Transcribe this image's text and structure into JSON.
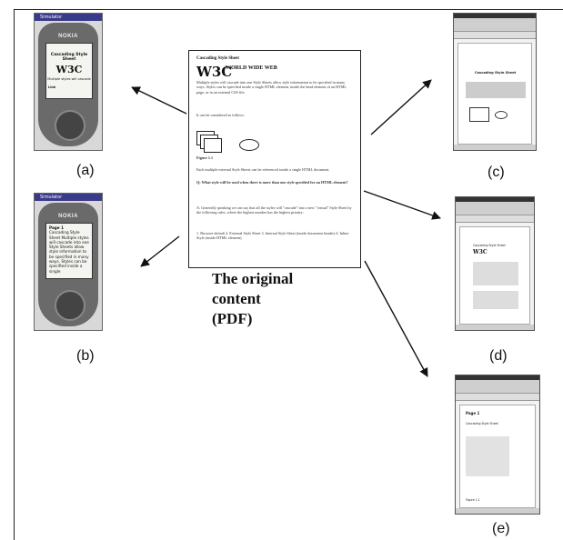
{
  "phone_a": {
    "title": "Simulator",
    "brand": "NOKIA",
    "heading": "Cascading Style Sheet",
    "logo": "W3C",
    "text": "Multiple styles will cascade",
    "softkey": "Link"
  },
  "phone_b": {
    "title": "Simulator",
    "brand": "NOKIA",
    "page": "Page 1",
    "lines": "Cascading Style Sheet Multiple styles will cascade into one Style Sheets allow style information to be specified in many ways. Styles can be specified inside a single"
  },
  "document": {
    "title": "Cascading Style Sheet",
    "logo": "W3C",
    "logo_sub": "WORLD WIDE WEB",
    "para1": "Multiple styles will cascade into one Style Sheets allow style information to be specified in many ways. Styles can be specified inside a single HTML element, inside the head element of an HTML page, or in an external CSS file.",
    "para2": "It can be considered as follows:",
    "figure_label": "Figure 1.1",
    "para3": "Each multiple external Style Sheets can be referenced inside a single HTML document.",
    "para4": "Q: What style will be used when there is more than one style specified for an HTML element?",
    "para5": "A: Generally speaking we can say that all the styles will \"cascade\" into a new \"virtual\" Style Sheet by the following rules, where the highest number has the highest priority:",
    "para6": "1. Browser default 2. External Style Sheet 3. Internal Style Sheet (inside document header) 4. Inline Style (inside HTML element)"
  },
  "caption": [
    "The original",
    "content",
    "(PDF)"
  ],
  "labels": {
    "a": "(a)",
    "b": "(b)",
    "c": "(c)",
    "d": "(d)",
    "e": "(e)"
  },
  "window_c": {
    "heading": "Cascading Style Sheet"
  },
  "window_d": {
    "heading": "Cascading Style Sheet"
  },
  "window_e": {
    "page": "Page 1",
    "heading": "Cascading Style Sheet",
    "figure_label": "Figure 1.1"
  }
}
